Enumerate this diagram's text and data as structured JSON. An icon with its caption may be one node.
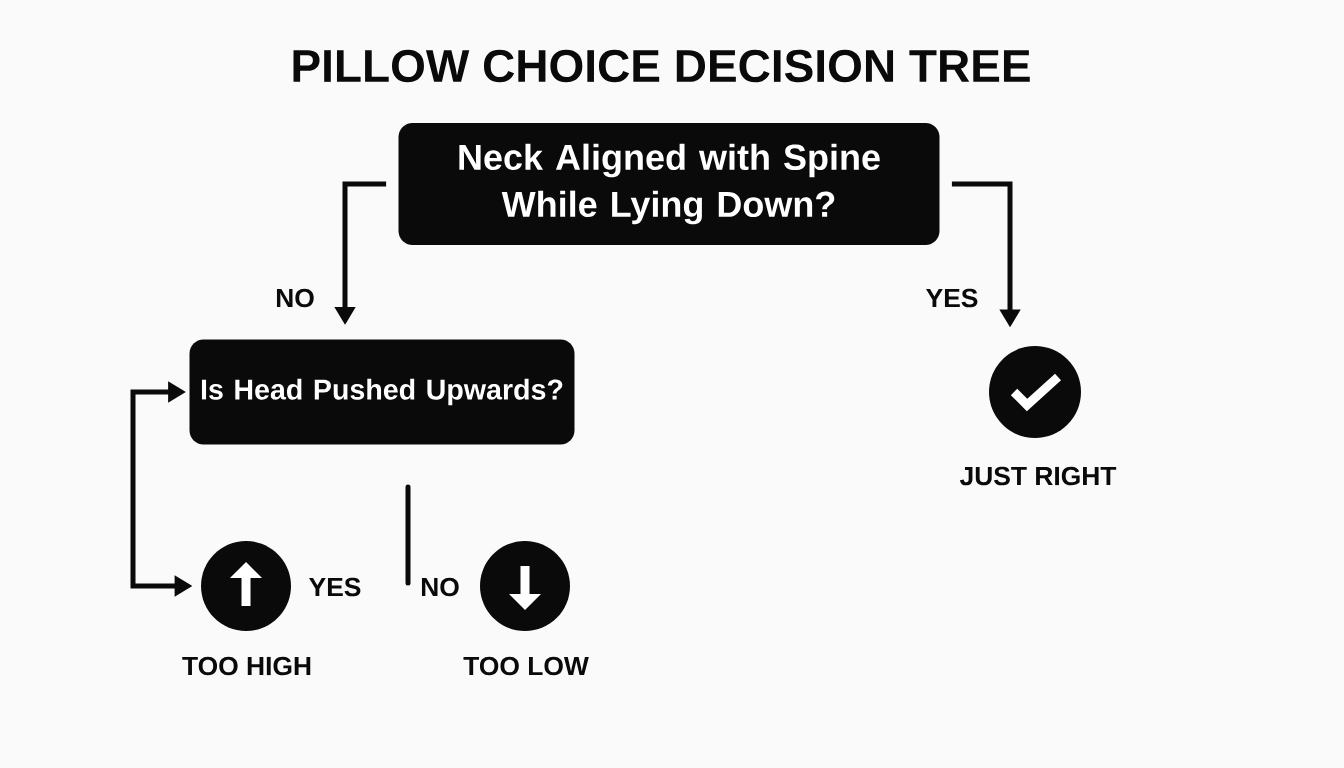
{
  "diagram": {
    "title": "PILLOW CHOICE DECISION TREE",
    "nodes": [
      {
        "text": [
          "Neck Aligned with Spine While Lying Down?"
        ]
      },
      {
        "text": [
          "Is Head Pushed Upwards?"
        ]
      },
      {
        "text": [],
        "shape": "circle",
        "beside": [
          "JUST RIGHT"
        ]
      },
      {
        "text": [],
        "shape": "circle",
        "beside": [
          "YES",
          "TOO HIGH"
        ]
      },
      {
        "text": [],
        "shape": "circle",
        "beside": [
          "NO",
          "TOO LOW"
        ]
      }
    ],
    "edges": [
      {
        "from": 0,
        "to": 1,
        "arrow": "to",
        "label": "NO"
      },
      {
        "from": 0,
        "to": 2,
        "arrow": "to",
        "label": "YES"
      },
      {
        "from": 1,
        "to": 3,
        "arrow": "both"
      }
    ]
  }
}
